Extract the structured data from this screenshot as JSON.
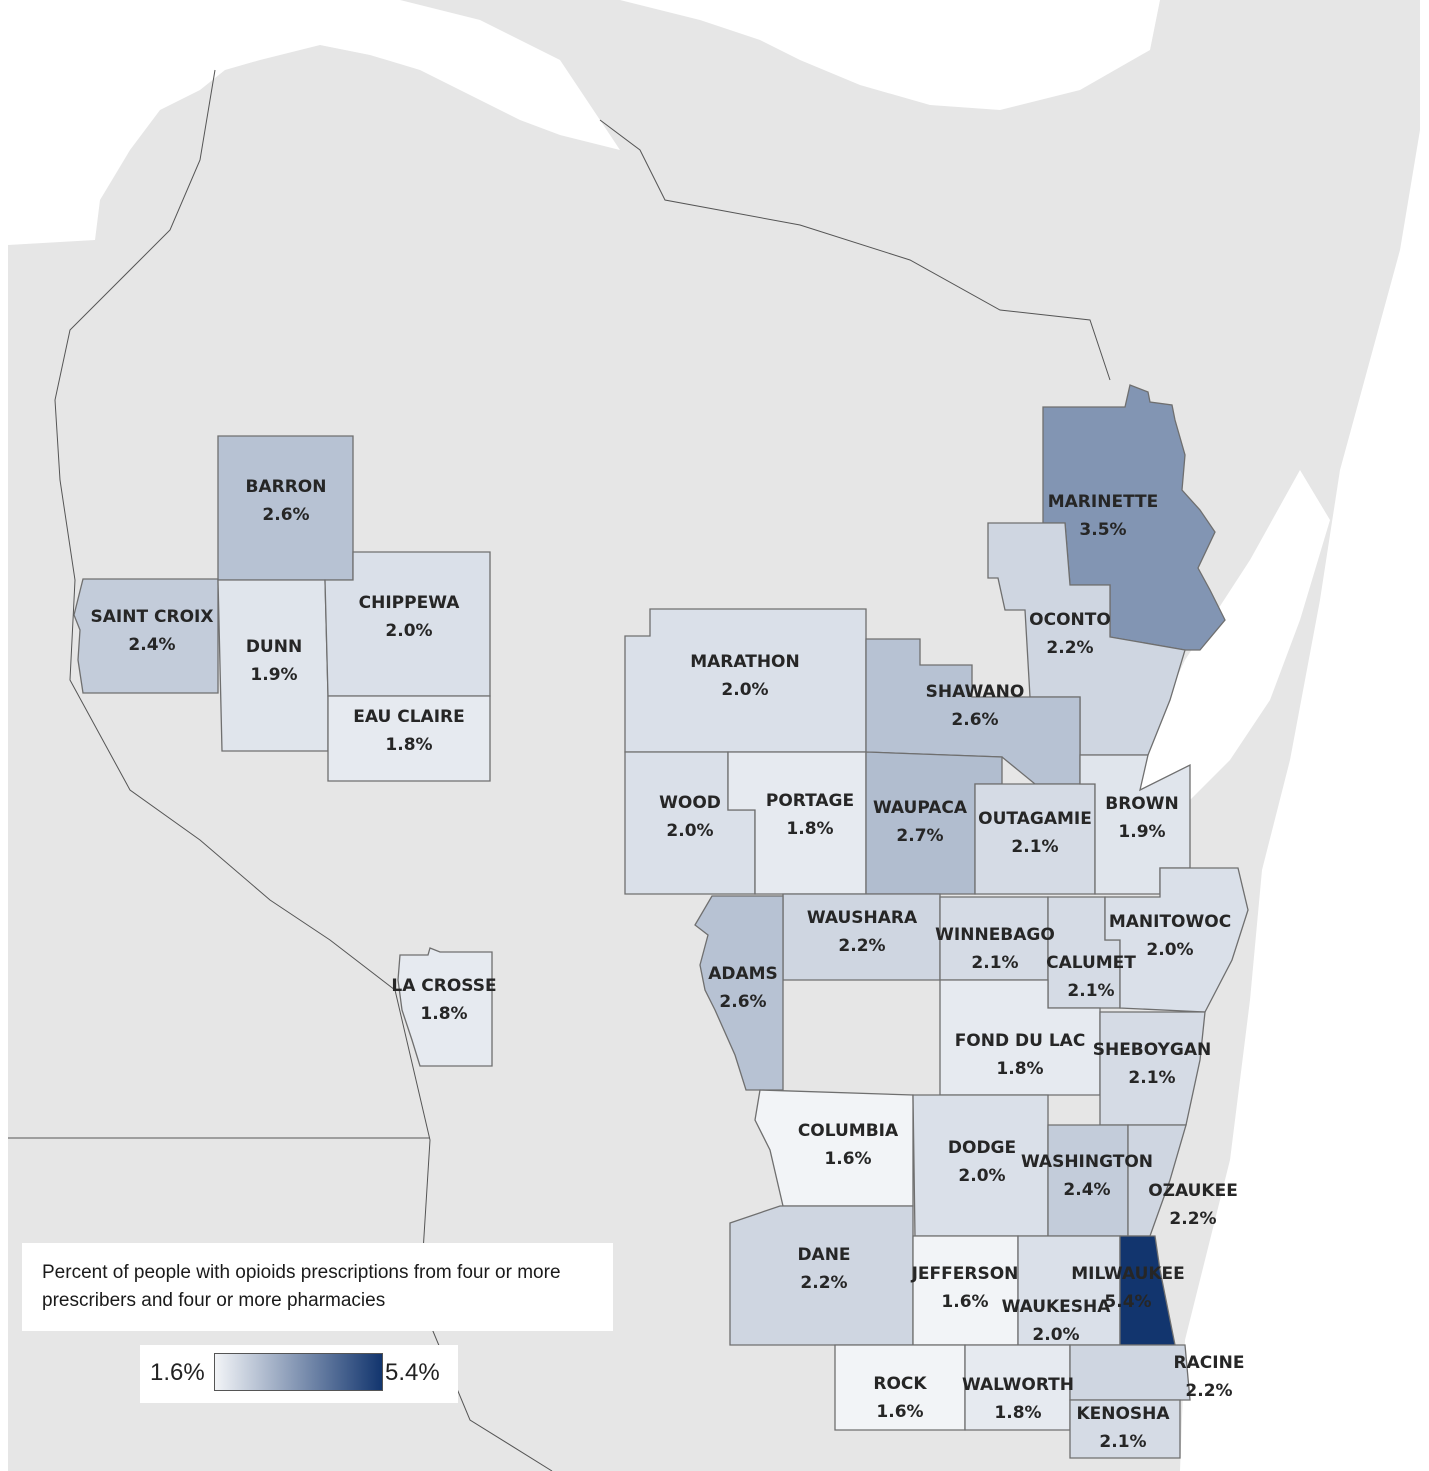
{
  "legend": {
    "title": "Percent of people with opioids prescriptions from four or more prescribers and four or more pharmacies",
    "min_label": "1.6%",
    "max_label": "5.4%",
    "color_low": "#f2f4f7",
    "color_high": "#12356e"
  },
  "counties": [
    {
      "name": "BARRON",
      "value": "2.6%",
      "pct": 2.6
    },
    {
      "name": "SAINT CROIX",
      "value": "2.4%",
      "pct": 2.4
    },
    {
      "name": "DUNN",
      "value": "1.9%",
      "pct": 1.9
    },
    {
      "name": "CHIPPEWA",
      "value": "2.0%",
      "pct": 2.0
    },
    {
      "name": "EAU CLAIRE",
      "value": "1.8%",
      "pct": 1.8
    },
    {
      "name": "LA CROSSE",
      "value": "1.8%",
      "pct": 1.8
    },
    {
      "name": "MARINETTE",
      "value": "3.5%",
      "pct": 3.5
    },
    {
      "name": "OCONTO",
      "value": "2.2%",
      "pct": 2.2
    },
    {
      "name": "MARATHON",
      "value": "2.0%",
      "pct": 2.0
    },
    {
      "name": "SHAWANO",
      "value": "2.6%",
      "pct": 2.6
    },
    {
      "name": "WOOD",
      "value": "2.0%",
      "pct": 2.0
    },
    {
      "name": "PORTAGE",
      "value": "1.8%",
      "pct": 1.8
    },
    {
      "name": "WAUPACA",
      "value": "2.7%",
      "pct": 2.7
    },
    {
      "name": "OUTAGAMIE",
      "value": "2.1%",
      "pct": 2.1
    },
    {
      "name": "BROWN",
      "value": "1.9%",
      "pct": 1.9
    },
    {
      "name": "WAUSHARA",
      "value": "2.2%",
      "pct": 2.2
    },
    {
      "name": "WINNEBAGO",
      "value": "2.1%",
      "pct": 2.1
    },
    {
      "name": "CALUMET",
      "value": "2.1%",
      "pct": 2.1
    },
    {
      "name": "MANITOWOC",
      "value": "2.0%",
      "pct": 2.0
    },
    {
      "name": "ADAMS",
      "value": "2.6%",
      "pct": 2.6
    },
    {
      "name": "FOND DU LAC",
      "value": "1.8%",
      "pct": 1.8
    },
    {
      "name": "SHEBOYGAN",
      "value": "2.1%",
      "pct": 2.1
    },
    {
      "name": "COLUMBIA",
      "value": "1.6%",
      "pct": 1.6
    },
    {
      "name": "DODGE",
      "value": "2.0%",
      "pct": 2.0
    },
    {
      "name": "WASHINGTON",
      "value": "2.4%",
      "pct": 2.4
    },
    {
      "name": "OZAUKEE",
      "value": "2.2%",
      "pct": 2.2
    },
    {
      "name": "DANE",
      "value": "2.2%",
      "pct": 2.2
    },
    {
      "name": "JEFFERSON",
      "value": "1.6%",
      "pct": 1.6
    },
    {
      "name": "WAUKESHA",
      "value": "2.0%",
      "pct": 2.0
    },
    {
      "name": "MILWAUKEE",
      "value": "5.4%",
      "pct": 5.4
    },
    {
      "name": "ROCK",
      "value": "1.6%",
      "pct": 1.6
    },
    {
      "name": "WALWORTH",
      "value": "1.8%",
      "pct": 1.8
    },
    {
      "name": "RACINE",
      "value": "2.2%",
      "pct": 2.2
    },
    {
      "name": "KENOSHA",
      "value": "2.1%",
      "pct": 2.1
    }
  ]
}
